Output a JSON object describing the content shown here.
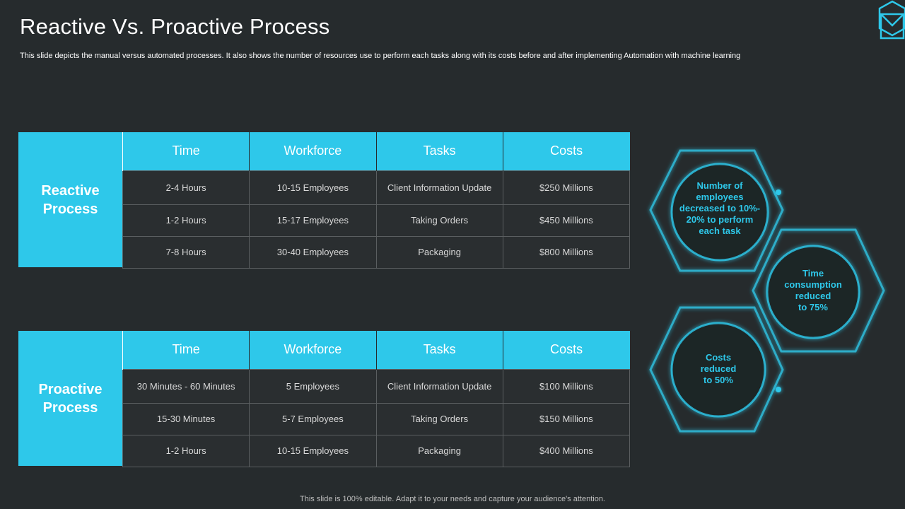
{
  "slide": {
    "title": "Reactive Vs. Proactive Process",
    "subtitle": "This slide depicts the manual versus automated processes. It also shows the number of resources use to perform each tasks along with its costs before and after implementing Automation with machine learning",
    "footer": "This slide is 100% editable. Adapt it to your needs and capture your audience's attention."
  },
  "colors": {
    "accent": "#2ec8ea",
    "background": "#262b2d",
    "cell": "#2a2e30"
  },
  "icons": {
    "logo": "envelope-hexagon-icon"
  },
  "reactive": {
    "label_line1": "Reactive",
    "label_line2": "Process",
    "headers": [
      "Time",
      "Workforce",
      "Tasks",
      "Costs"
    ],
    "rows": [
      [
        "2-4 Hours",
        "10-15 Employees",
        "Client Information Update",
        "$250 Millions"
      ],
      [
        "1-2 Hours",
        "15-17 Employees",
        "Taking Orders",
        "$450 Millions"
      ],
      [
        "7-8 Hours",
        "30-40 Employees",
        "Packaging",
        "$800 Millions"
      ]
    ]
  },
  "proactive": {
    "label_line1": "Proactive",
    "label_line2": "Process",
    "headers": [
      "Time",
      "Workforce",
      "Tasks",
      "Costs"
    ],
    "rows": [
      [
        "30  Minutes - 60 Minutes",
        "5 Employees",
        "Client Information  Update",
        "$100 Millions"
      ],
      [
        "15-30 Minutes",
        "5-7 Employees",
        "Taking Orders",
        "$150 Millions"
      ],
      [
        "1-2 Hours",
        "10-15 Employees",
        "Packaging",
        "$400 Millions"
      ]
    ]
  },
  "highlights": [
    {
      "lines": [
        "Number of",
        "employees",
        "decreased to 10%-",
        "20%  to perform",
        "each task"
      ]
    },
    {
      "lines": [
        "Time",
        "consumption",
        "reduced",
        "to 75%"
      ]
    },
    {
      "lines": [
        "Costs",
        "reduced",
        "to 50%"
      ]
    }
  ]
}
